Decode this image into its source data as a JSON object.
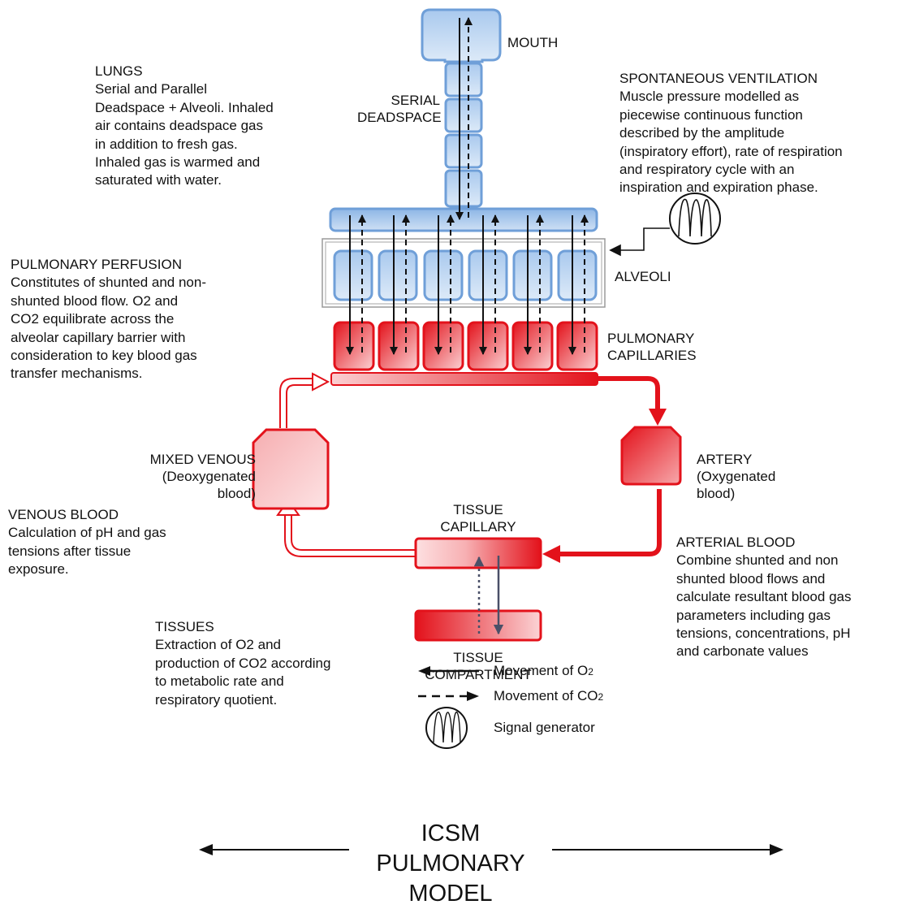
{
  "components": {
    "mouth": "MOUTH",
    "serial_deadspace": [
      "SERIAL",
      "DEADSPACE"
    ],
    "alveoli": "ALVEOLI",
    "pulmonary_capillaries": [
      "PULMONARY",
      "CAPILLARIES"
    ],
    "artery": [
      "ARTERY",
      "(Oxygenated",
      "blood)"
    ],
    "mixed_venous": [
      "MIXED VENOUS",
      "(Deoxygenated",
      "blood)"
    ],
    "tissue_capillary": [
      "TISSUE",
      "CAPILLARY"
    ],
    "tissue_compartment": [
      "TISSUE",
      "COMPARTMENT"
    ]
  },
  "notes": {
    "lungs": {
      "heading": "LUNGS",
      "body": "Serial and Parallel\nDeadspace + Alveoli. Inhaled\nair contains deadspace gas\nin addition to fresh gas.\nInhaled gas is warmed and\nsaturated with water."
    },
    "spontaneous_ventilation": {
      "heading": "SPONTANEOUS VENTILATION",
      "body": "Muscle pressure modelled as\npiecewise continuous function\ndescribed by the amplitude\n(inspiratory effort), rate of respiration\nand respiratory cycle with an\ninspiration and expiration phase."
    },
    "pulmonary_perfusion": {
      "heading": "PULMONARY PERFUSION",
      "body": "Constitutes of shunted and non-\nshunted blood flow. O2 and\nCO2 equilibrate across the\nalveolar capillary barrier with\nconsideration to key blood gas\ntransfer mechanisms."
    },
    "venous_blood": {
      "heading": "VENOUS BLOOD",
      "body": "Calculation of pH and gas\ntensions after tissue\nexposure."
    },
    "arterial_blood": {
      "heading": "ARTERIAL BLOOD",
      "body": "Combine shunted and non\nshunted blood flows and\ncalculate resultant blood gas\nparameters including gas\ntensions, concentrations, pH\nand carbonate values"
    },
    "tissues": {
      "heading": "TISSUES",
      "body": "Extraction of O2 and\nproduction of CO2 according\nto metabolic rate and\nrespiratory quotient."
    }
  },
  "legend": {
    "o2": {
      "text": "Movement of O",
      "sub": "2"
    },
    "co2": {
      "text": "Movement of CO",
      "sub": "2"
    },
    "signal": "Signal generator"
  },
  "title": [
    "ICSM",
    "PULMONARY",
    "MODEL"
  ],
  "colors": {
    "airway_blue": "#6f9fd8",
    "airway_fill": "#c9dcf2",
    "blood_red": "#e8141c",
    "blood_light": "#f9c5c7",
    "tissue_arrow": "#4a5068"
  }
}
